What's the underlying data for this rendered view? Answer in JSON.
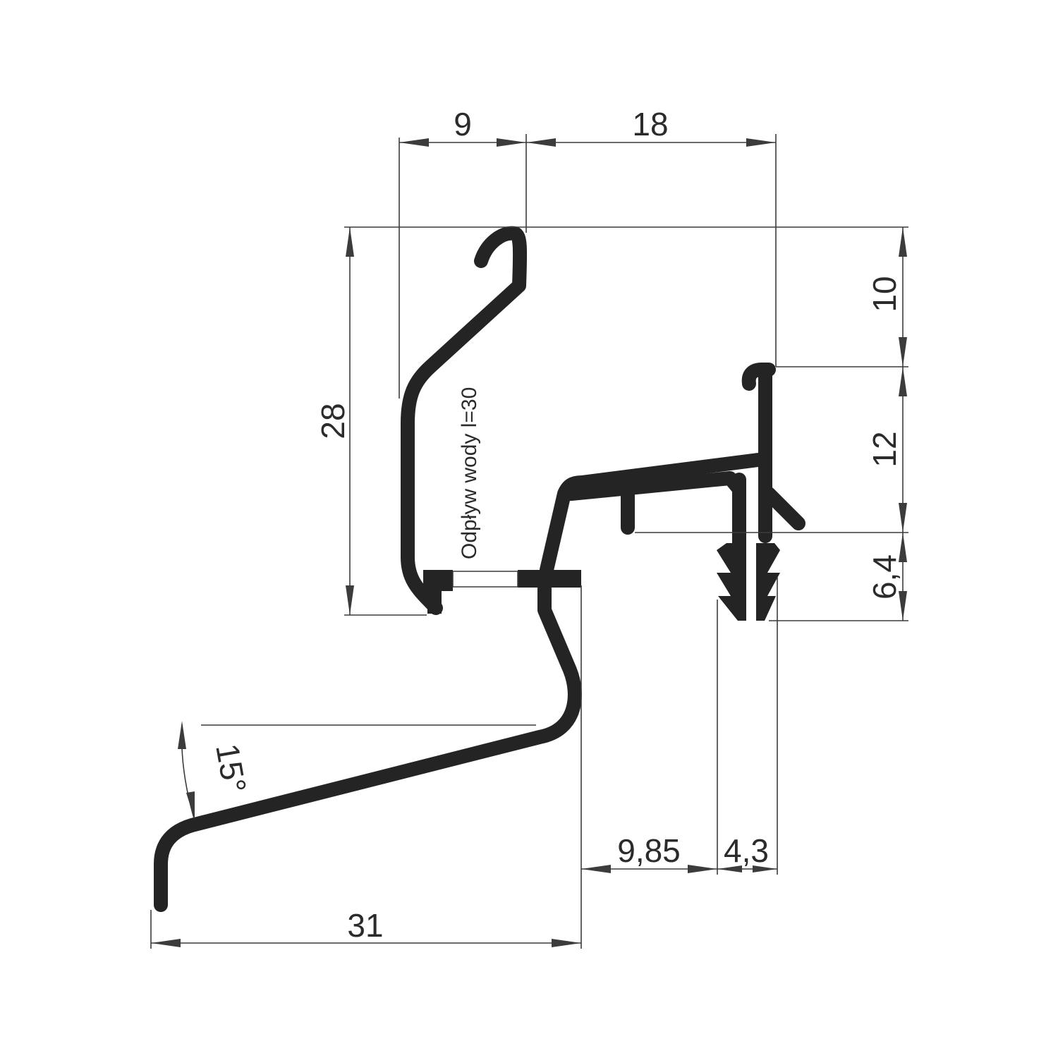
{
  "dimensions": {
    "top_left_width": "9",
    "top_right_width": "18",
    "left_height": "28",
    "right_top": "10",
    "right_middle": "12",
    "right_bottom": "6,4",
    "angle": "15°",
    "bottom_width": "31",
    "offset_a": "9,85",
    "offset_b": "4,3"
  },
  "annotation": {
    "drainage": "Odpływ wody l=30"
  },
  "colors": {
    "profile": "#242424",
    "dimension": "#3c3c3c"
  }
}
